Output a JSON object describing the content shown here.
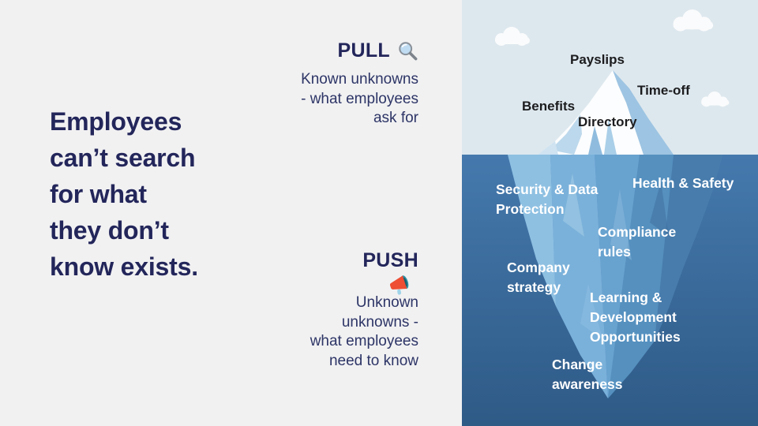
{
  "theme": {
    "left_bg": "#f1f1f2",
    "navy": "#23265a",
    "body_text": "#2d3566",
    "sky": "#dde8ee",
    "water_top": "#4579ad",
    "water_bottom": "#2e5a86",
    "iceberg_above": "#fcfdfe",
    "iceberg_below": "#5e94c2",
    "label_dark": "#1c1c1e",
    "label_light": "#ffffff"
  },
  "headline": "Employees\ncan’t search\nfor what\nthey don’t\nknow exists.",
  "pull": {
    "title": "PULL",
    "icon": "magnifying-glass",
    "description": "Known unknowns\n- what employees\nask for"
  },
  "push": {
    "title": "PUSH",
    "icon": "megaphone",
    "description": "Unknown\nunknowns -\nwhat employees\nneed to know"
  },
  "iceberg": {
    "above_water_labels": [
      "Payslips",
      "Time-off",
      "Benefits",
      "Directory"
    ],
    "below_water_labels": [
      "Security & Data\nProtection",
      "Health & Safety",
      "Compliance\nrules",
      "Company\nstrategy",
      "Learning &\nDevelopment\nOpportunities",
      "Change\nawareness"
    ]
  }
}
